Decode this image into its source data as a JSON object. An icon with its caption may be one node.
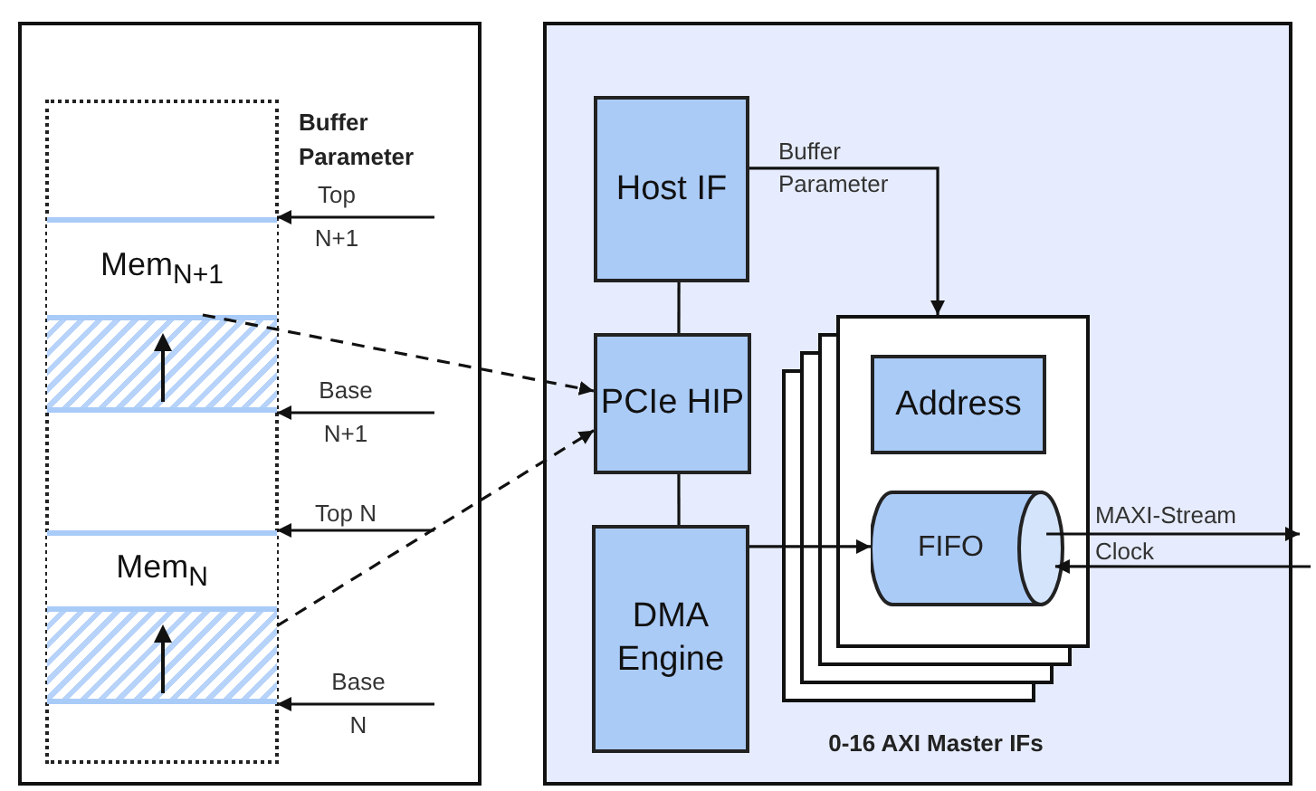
{
  "diagram": {
    "nodes": [
      {
        "text": [],
        "shape": "box"
      },
      {
        "text": [],
        "shape": "box",
        "in": 0
      },
      {
        "text": [
          "Mem$_{N+1}$"
        ],
        "in": 1
      },
      {
        "text": [],
        "shape": "bar",
        "in": 1
      },
      {
        "text": [
          "Mem$_{N}$"
        ],
        "in": 1
      },
      {
        "text": [],
        "shape": "bar",
        "in": 1
      },
      {
        "text": [],
        "shape": "box"
      },
      {
        "text": [
          "Host IF"
        ],
        "in": 6
      },
      {
        "text": [
          "PCIe HIP"
        ],
        "in": 6
      },
      {
        "text": [
          "DMA Engine"
        ],
        "in": 6
      },
      {
        "text": [
          "0-16 AXI Master IFs"
        ],
        "in": 6
      },
      {
        "text": [
          "Address"
        ],
        "in": 10
      },
      {
        "text": [
          "FIFO"
        ],
        "in": 10
      }
    ],
    "edges": [
      {
        "from": 3,
        "to": 8,
        "arrow": "to",
        "style": "dashed"
      },
      {
        "from": 5,
        "to": 8,
        "arrow": "to",
        "style": "dashed"
      },
      {
        "from": 7,
        "to": 8,
        "arrow": "none"
      },
      {
        "from": 8,
        "to": 9,
        "arrow": "none"
      },
      {
        "from": 7,
        "to": 10,
        "arrow": "to",
        "label": "Buffer Parameter"
      },
      {
        "from": 9,
        "to": 12,
        "arrow": "to"
      },
      {
        "from": 12,
        "to": null,
        "arrow": "to",
        "label": "MAXI-Stream"
      },
      {
        "from": null,
        "to": 12,
        "arrow": "to",
        "label": "Clock"
      },
      {
        "from": null,
        "to": 2,
        "arrow": "to",
        "label": "Top N+1"
      },
      {
        "from": null,
        "to": 3,
        "arrow": "to",
        "label": "Base N+1"
      },
      {
        "from": null,
        "to": 4,
        "arrow": "to",
        "label": "Top N"
      },
      {
        "from": null,
        "to": 5,
        "arrow": "to",
        "label": "Base N"
      }
    ],
    "labels": [
      "Buffer Parameter"
    ]
  }
}
